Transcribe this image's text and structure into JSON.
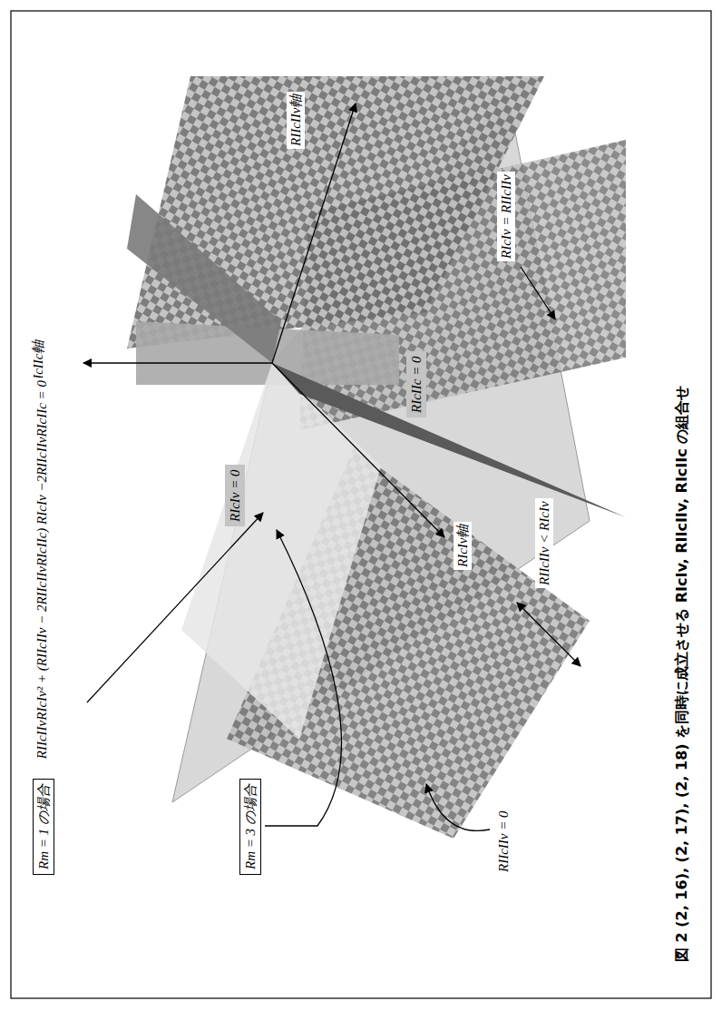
{
  "diagram": {
    "caption": "図 2 (2, 16), (2, 17), (2, 18) を同時に成立させる RIcIv, RIIcIIv, RIcIIc の組合せ",
    "nodes": [
      {
        "text": [
          "Rm = 1 の場合"
        ]
      },
      {
        "text": [
          "Rm = 3 の場合"
        ]
      },
      {
        "text": [
          "RIcIv = 0"
        ]
      },
      {
        "text": [
          "RIcIIc = 0"
        ]
      }
    ],
    "labels": [
      "RIcIIc軸",
      "RIIcIIv軸",
      "RIIcIIvRIcIv² + (RIIcIIv − 2RIIcIIvRIcIIc) RIcIv −2RIIcIIvRIcIIc = 0",
      "RIcIv = RIIcIIv",
      "RIIcIIv = 0",
      "RIIcIIv < RIcIv",
      "RIcIv軸"
    ]
  }
}
